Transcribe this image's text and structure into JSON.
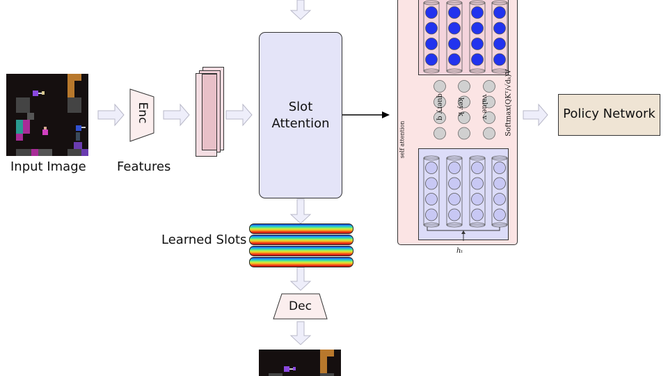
{
  "labels": {
    "input_image": "Input Image",
    "encoder": "Enc",
    "features": "Features",
    "slot_attention_line1": "Slot",
    "slot_attention_line2": "Attention",
    "learned_slots": "Learned Slots",
    "decoder": "Dec",
    "policy_network": "Policy Network",
    "self_attention": "self attention",
    "query": "query q",
    "key": "key k",
    "value": "value v",
    "softmax": "Softmax(QKᵀ/√dₖ)V",
    "hidden_state": "hₜ"
  },
  "colors": {
    "arrow_fill": "#eeeefa",
    "arrow_stroke": "#b8b8c8",
    "enc_fill": "#fbeeee",
    "features_fill": "#e8c0c8",
    "slot_attention_fill": "#e4e4f8",
    "self_attention_panel": "#fbe4e4",
    "output_block_fill": "#f4d4dc",
    "output_node": "#2233ee",
    "input_block_fill": "#dcdcf8",
    "input_node": "#c8c8f4",
    "qkv_node": "#d0d0d0",
    "policy_fill": "#efe4d4",
    "slot_colors": [
      "#1c3cc8",
      "#20a8f0",
      "#40e0a0",
      "#c8f040",
      "#f8b020",
      "#f04018",
      "#c01010"
    ]
  },
  "self_attention": {
    "output_columns": 4,
    "output_nodes_per_column": 4,
    "qkv_columns": 3,
    "qkv_nodes_per_column": 4,
    "input_columns": 4,
    "input_nodes_per_column": 4
  },
  "learned_slots_count": 4,
  "feature_layers": 3
}
